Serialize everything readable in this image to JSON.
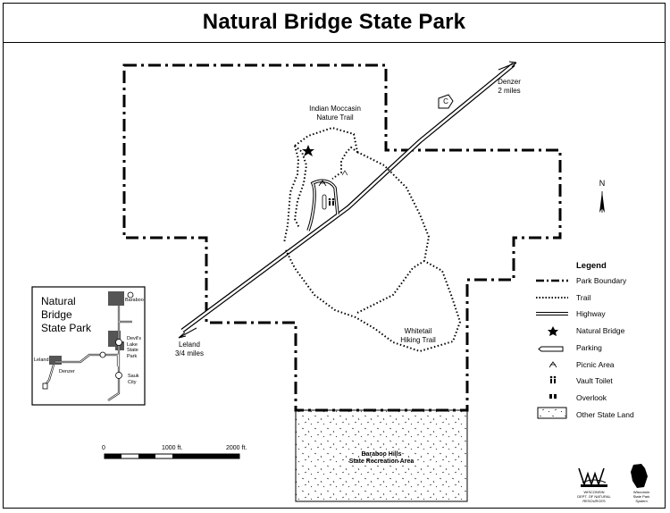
{
  "title": "Natural Bridge State Park",
  "labels": {
    "denzer": "Denzer\n2 miles",
    "indian_moccasin": "Indian Moccasin\nNature Trail",
    "whitetail": "Whitetail\nHiking Trail",
    "leland": "Leland\n3/4 miles",
    "baraboo_hills": "Baraboo Hills\nState Recreation Area",
    "highway_marker": "C",
    "north": "N"
  },
  "legend": {
    "title": "Legend",
    "items": [
      {
        "label": "Park Boundary",
        "icon": "dash-dot-line"
      },
      {
        "label": "Trail",
        "icon": "dotted-line"
      },
      {
        "label": "Highway",
        "icon": "double-line"
      },
      {
        "label": "Natural Bridge",
        "icon": "star"
      },
      {
        "label": "Parking",
        "icon": "parking-symbol"
      },
      {
        "label": "Picnic Area",
        "icon": "picnic-table"
      },
      {
        "label": "Vault Toilet",
        "icon": "toilet-figures"
      },
      {
        "label": "Overlook",
        "icon": "binoculars"
      },
      {
        "label": "Other State Land",
        "icon": "stippled-box"
      }
    ]
  },
  "inset": {
    "title": "Natural\nBridge\nState Park",
    "places": {
      "baraboo": "Baraboo",
      "devils_lake": "Devil's\nLake\nState\nPark",
      "leland": "Leland",
      "denzer": "Denzer",
      "sauk_city": "Sauk\nCity"
    }
  },
  "scale": {
    "ticks": [
      "0",
      "1000 ft.",
      "2000 ft."
    ]
  },
  "logos": {
    "dnr": "WISCONSIN\nDEPT. OF NATURAL RESOURCES",
    "parks": "Wisconsin\nState Park System"
  }
}
